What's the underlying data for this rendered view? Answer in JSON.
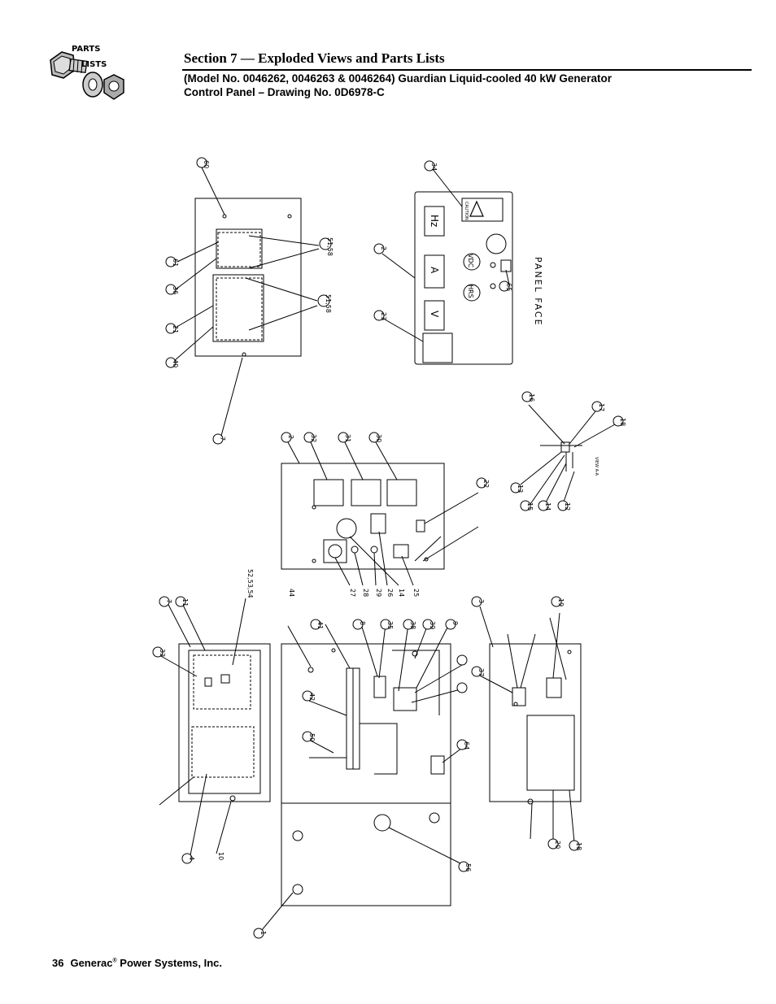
{
  "header": {
    "logo_line1": "PARTS",
    "logo_line2": "LISTS",
    "section_title": "Section 7 — Exploded Views and Parts Lists",
    "subtitle_line1": "(Model No. 0046262, 0046263 & 0046264) Guardian Liquid-cooled 40 kW Generator",
    "subtitle_line2": "Control Panel – Drawing No. 0D6978-C"
  },
  "drawing": {
    "panel_face_label": "PANEL FACE",
    "view_label": "VIEW A-A",
    "meter_labels": [
      "Hz",
      "A",
      "V"
    ],
    "gauge_labels": [
      "VDC",
      "HRS"
    ],
    "caution_label": "CAUTION",
    "callouts_top_left": [
      "60",
      "61",
      "36",
      "21",
      "40",
      "51,58",
      "51,58",
      "7"
    ],
    "callouts_top_right": [
      "34",
      "2",
      "23",
      "65"
    ],
    "callouts_middle": [
      "2",
      "32",
      "31",
      "30",
      "22",
      "27",
      "28",
      "29",
      "26",
      "14",
      "25"
    ],
    "callouts_view": [
      "16",
      "17",
      "18",
      "13",
      "15",
      "14",
      "12"
    ],
    "callouts_bottom_left": [
      "7",
      "11",
      "33",
      "4",
      "10",
      "52,53,54"
    ],
    "callouts_bottom_center": [
      "41",
      "44",
      "8",
      "35",
      "38",
      "39",
      "9",
      "42",
      "50",
      "64",
      "1",
      "56"
    ],
    "callouts_bottom_right": [
      "3",
      "37",
      "19",
      "20",
      "18"
    ]
  },
  "footer": {
    "page_number": "36",
    "company_name": "Generac",
    "registered_mark": "®",
    "company_suffix": " Power Systems, Inc."
  }
}
